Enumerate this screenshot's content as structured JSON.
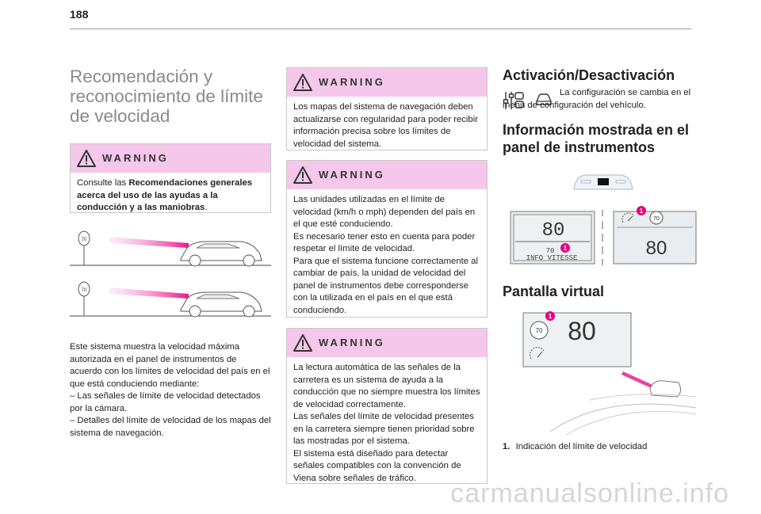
{
  "page": {
    "number": "188"
  },
  "col1": {
    "title": "Recomendación y reconocimiento de límite de velocidad",
    "warning": {
      "label": "WARNING",
      "text_pre": "Consulte las ",
      "text_bold": "Recomendaciones generales acerca del uso de las ayudas a la conducción y a las maniobras",
      "text_post": "."
    },
    "sign_value": "70",
    "paragraph": [
      "Este sistema muestra la velocidad máxima autorizada en el panel de instrumentos de acuerdo con los límites de velocidad del país en el que está conduciendo mediante:",
      "–  Las señales de límite de velocidad detectados por la cámara.",
      "–  Detalles del límite de velocidad de los mapas del sistema de navegación."
    ]
  },
  "col2": {
    "warnings": [
      {
        "label": "WARNING",
        "lines": [
          "Los mapas del sistema de navegación deben actualizarse con regularidad para poder recibir información precisa sobre los límites de velocidad del sistema."
        ]
      },
      {
        "label": "WARNING",
        "lines": [
          "Las unidades utilizadas en el límite de velocidad (km/h o mph) dependen del país en el que esté conduciendo.",
          "Es necesario tener esto en cuenta para poder respetar el límite de velocidad.",
          "Para que el sistema funcione correctamente al cambiar de país, la unidad de velocidad del panel de instrumentos debe corresponderse con la utilizada en el país en el que está conduciendo."
        ]
      },
      {
        "label": "WARNING",
        "lines": [
          "La lectura automática de las señales de la carretera es un sistema de ayuda a la conducción que no siempre muestra los límites de velocidad correctamente.",
          "Las señales del límite de velocidad presentes en la carretera siempre tienen prioridad sobre las mostradas por el sistema.",
          "El sistema está diseñado para detectar señales compatibles con la convención de Viena sobre señales de tráfico."
        ]
      }
    ]
  },
  "col3": {
    "heading1": "Activación/Desactivación",
    "activation_text": "La configuración se cambia en el menú de configuración del vehículo.",
    "heading2": "Información mostrada en el panel de instrumentos",
    "cluster": {
      "speed": "80",
      "sign_value": "70",
      "info_label": "INFO VITESSE",
      "callout": "1"
    },
    "heading3": "Pantalla virtual",
    "virtual": {
      "speed": "80",
      "sign_value": "70",
      "callout": "1"
    },
    "legend": {
      "num": "1.",
      "text": "Indicación del límite de velocidad"
    }
  },
  "colors": {
    "warning_header": "#f5c7ea",
    "accent": "#e6007e",
    "title_grey": "#8a8a8a"
  },
  "watermark": "carmanualsonline.info"
}
